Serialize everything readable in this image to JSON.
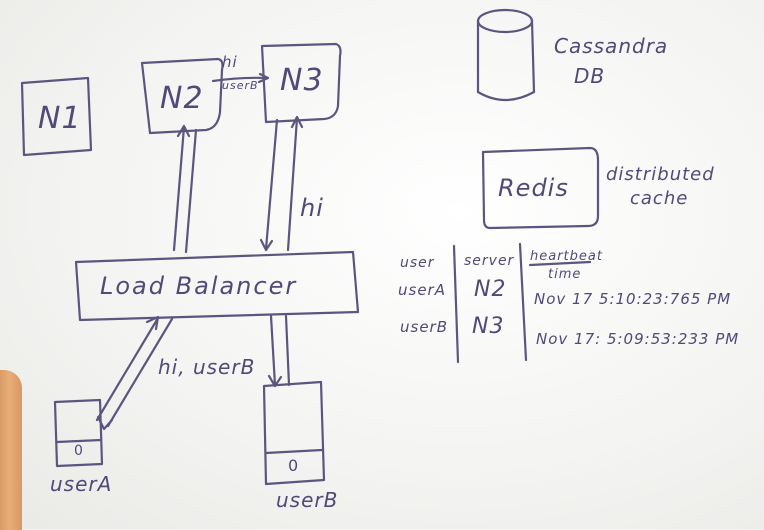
{
  "nodes": {
    "n1": "N1",
    "n2": "N2",
    "n3": "N3"
  },
  "edge_labels": {
    "n2_n3_top": "hi",
    "n2_n3_bottom": "userB",
    "n3_lb": "hi",
    "usera_lb": "hi, userB"
  },
  "load_balancer": "Load Balancer",
  "clients": {
    "user_a": {
      "label": "userA",
      "screen": "0"
    },
    "user_b": {
      "label": "userB",
      "screen": "0"
    }
  },
  "cassandra": {
    "line1": "Cassandra",
    "line2": "DB"
  },
  "redis": {
    "label": "Redis",
    "caption_line1": "distributed",
    "caption_line2": "cache"
  },
  "heartbeat_table": {
    "headers": [
      "user",
      "server",
      "heartbeat",
      "time"
    ],
    "rows": [
      {
        "user": "userA",
        "server": "N2",
        "time": "Nov 17 5:10:23:765 PM"
      },
      {
        "user": "userB",
        "server": "N3",
        "time": "Nov 17: 5:09:53:233 PM"
      }
    ]
  },
  "ink_color": "#5b5680"
}
